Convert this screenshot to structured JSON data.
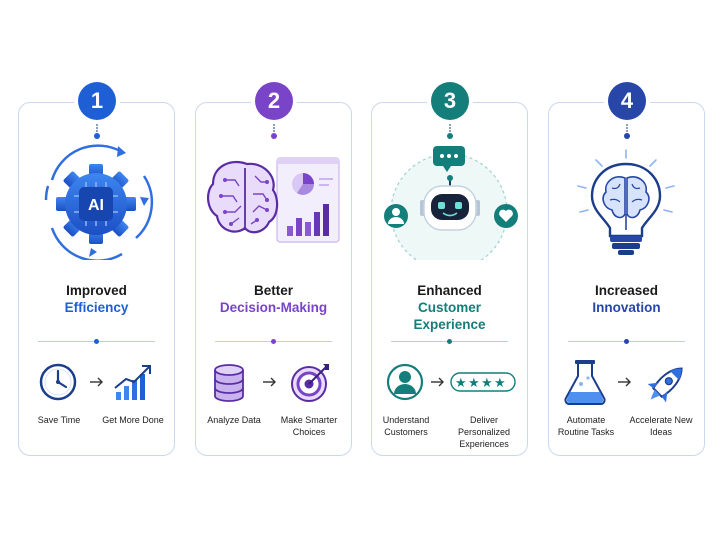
{
  "colors": {
    "blue": "#1f5fd6",
    "purple": "#7a44c8",
    "teal": "#147e7a",
    "navy": "#2746a8"
  },
  "cards": [
    {
      "number": "1",
      "title_line1": "Improved",
      "title_line2": "Efficiency",
      "illustration": "ai-gear-icon",
      "left_icon": "clock-icon",
      "right_icon": "growth-chart-icon",
      "left_label": "Save Time",
      "right_label": "Get More Done"
    },
    {
      "number": "2",
      "title_line1": "Better",
      "title_line2": "Decision-Making",
      "illustration": "brain-dashboard-icon",
      "left_icon": "database-icon",
      "right_icon": "target-icon",
      "left_label": "Analyze Data",
      "right_label": "Make Smarter Choices"
    },
    {
      "number": "3",
      "title_line1": "Enhanced",
      "title_line2": "Customer",
      "title_line3": "Experience",
      "illustration": "chatbot-icon",
      "left_icon": "user-icon",
      "right_icon": "rating-stars-icon",
      "left_label": "Understand Customers",
      "right_label": "Deliver Personalized Experiences"
    },
    {
      "number": "4",
      "title_line1": "Increased",
      "title_line2": "Innovation",
      "illustration": "lightbulb-brain-icon",
      "left_icon": "flask-icon",
      "right_icon": "rocket-icon",
      "left_label": "Automate Routine Tasks",
      "right_label": "Accelerate New Ideas"
    }
  ]
}
